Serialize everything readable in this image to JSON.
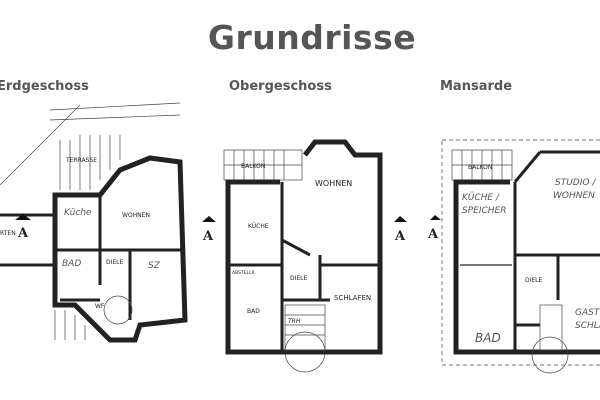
{
  "page": {
    "title": "Grundrisse"
  },
  "floors": [
    {
      "name": "Erdgeschoss",
      "section_marker": "A",
      "rooms": [
        "TERRASSE",
        "Küche",
        "WOHNEN",
        "BAD",
        "DIELE",
        "SZ",
        "WF",
        "RTEN"
      ]
    },
    {
      "name": "Obergeschoss",
      "section_marker": "A",
      "rooms": [
        "BALKON",
        "WOHNEN",
        "KÜCHE",
        "ABSTELLR.",
        "DIELE",
        "BAD",
        "SCHLAFEN",
        "TRH"
      ]
    },
    {
      "name": "Mansarde",
      "section_marker": "A",
      "rooms": [
        "BALKON",
        "STUDIO /",
        "WOHNEN",
        "KÜCHE /",
        "SPEICHER",
        "DIELE",
        "BAD",
        "GAST",
        "SCHLAFEN"
      ]
    }
  ],
  "colors": {
    "heading": "#555555",
    "lines": "#222222"
  }
}
